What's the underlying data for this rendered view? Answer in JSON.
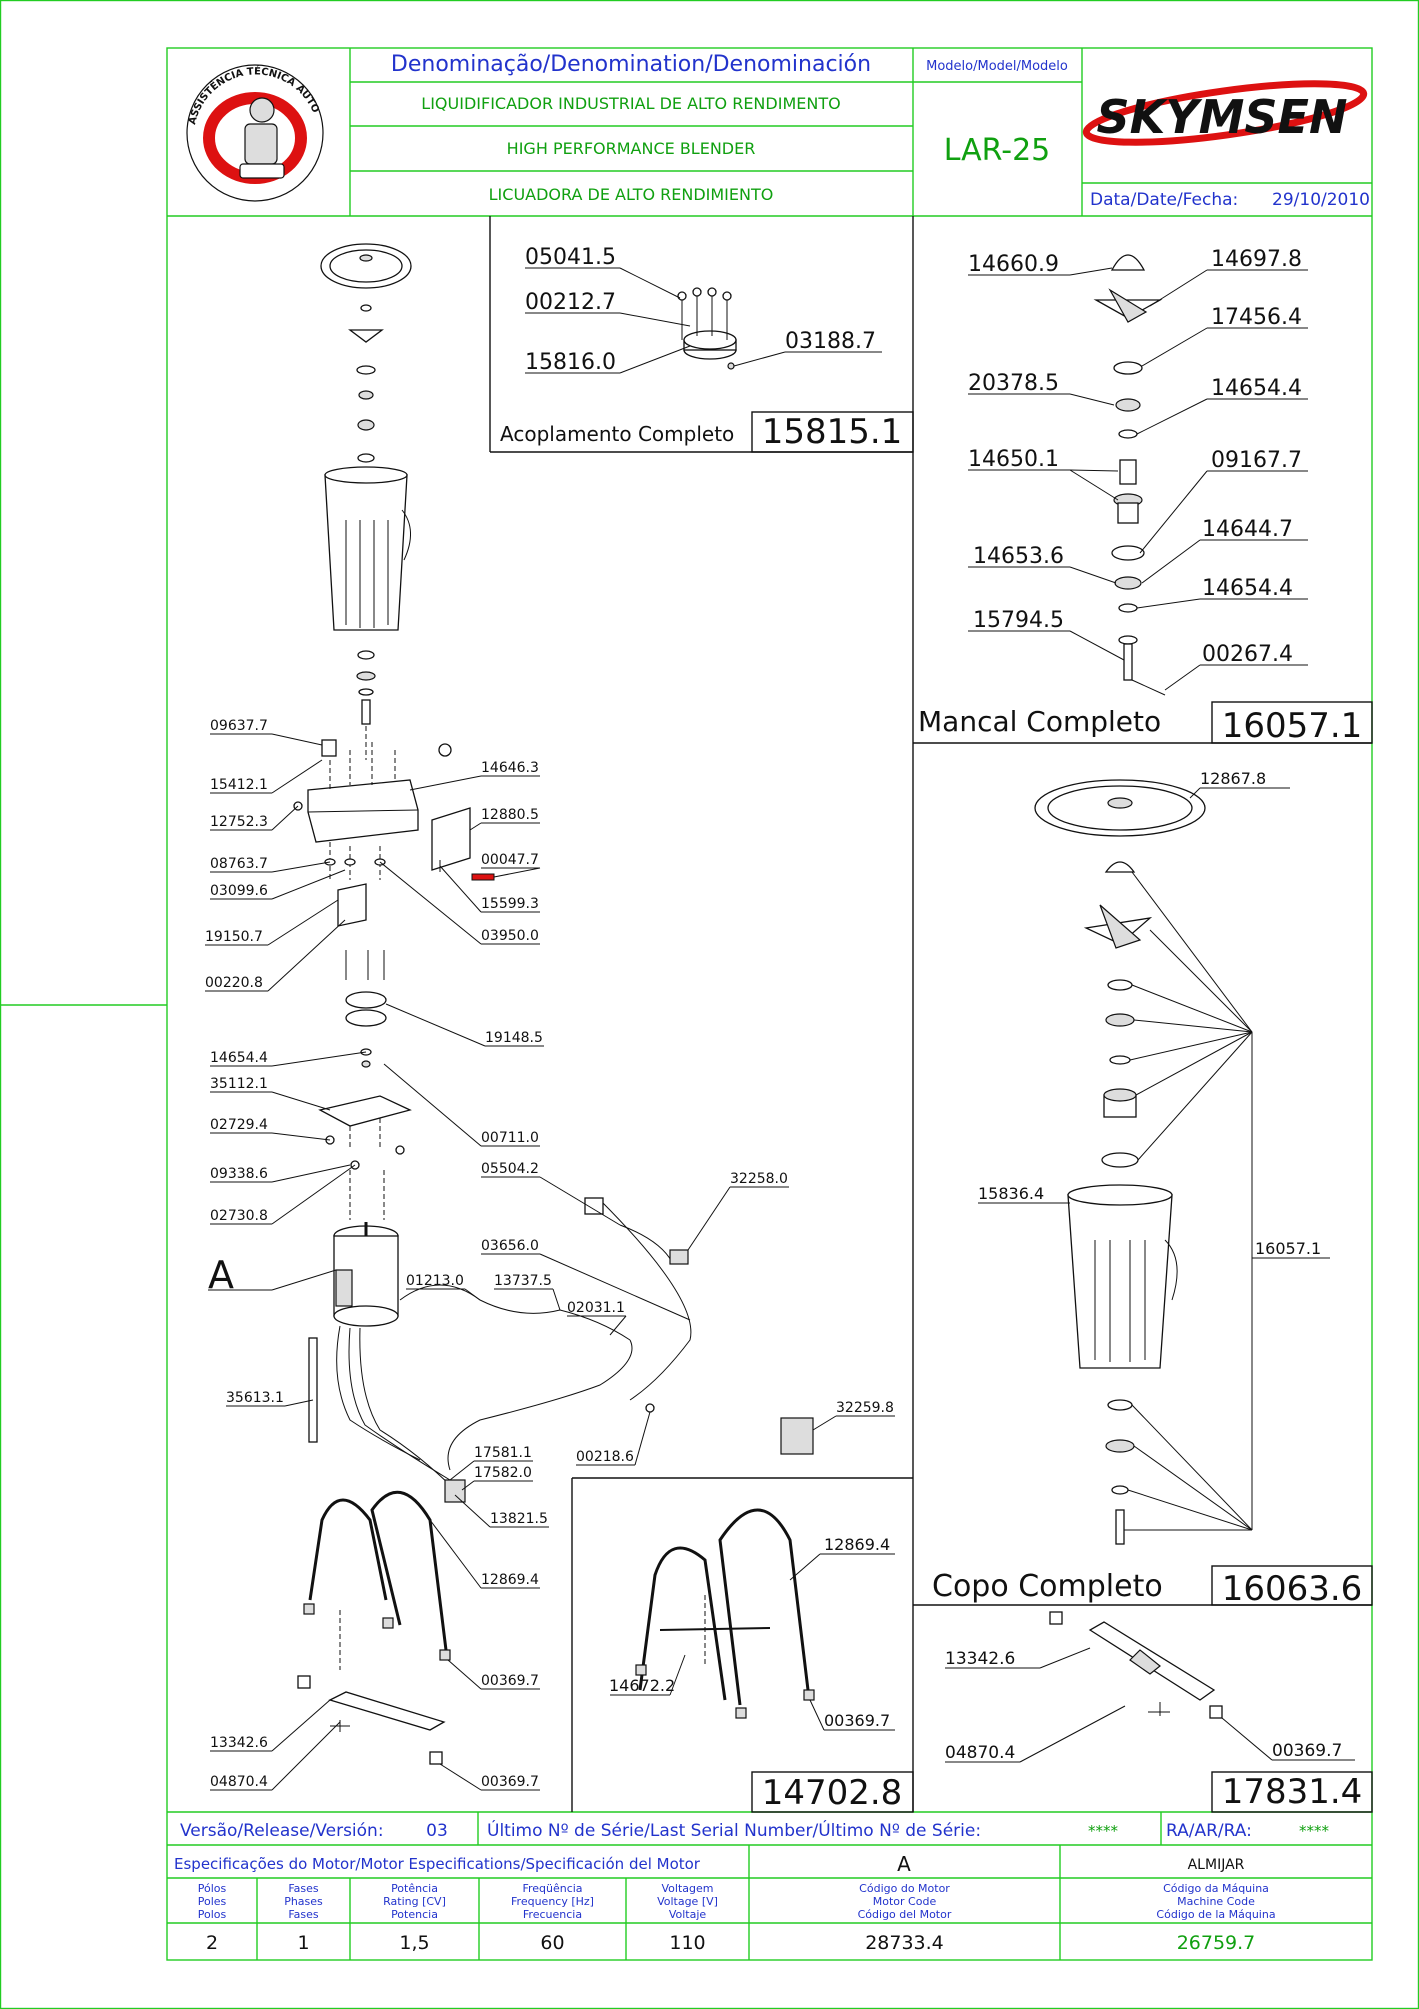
{
  "header": {
    "denomination_title": "Denominação/Denomination/Denominación",
    "name_pt": "LIQUIDIFICADOR INDUSTRIAL DE ALTO RENDIMENTO",
    "name_en": "HIGH PERFORMANCE BLENDER",
    "name_es": "LICUADORA DE ALTO RENDIMIENTO",
    "model_title": "Modelo/Model/Modelo",
    "model_value": "LAR-25",
    "date_label": "Data/Date/Fecha:",
    "date_value": "29/10/2010",
    "brand": "SKYMSEN",
    "stamp_text": "ASSISTÊNCIA TÉCNICA AUTORIZADA"
  },
  "assemblies": {
    "coupling": {
      "title": "Acoplamento Completo",
      "code": "15815.1",
      "parts": [
        "05041.5",
        "00212.7",
        "15816.0",
        "03188.7"
      ]
    },
    "bearing": {
      "title": "Mancal Completo",
      "code": "16057.1",
      "parts": [
        "14660.9",
        "14697.8",
        "17456.4",
        "20378.5",
        "14654.4",
        "14650.1",
        "09167.7",
        "14653.6",
        "14644.7",
        "14654.4",
        "15794.5",
        "00267.4"
      ]
    },
    "cup": {
      "title": "Copo Completo",
      "code": "16063.6",
      "parts": [
        "12867.8",
        "15836.4",
        "16057.1"
      ]
    },
    "stand": {
      "code": "14702.8",
      "parts": [
        "12869.4",
        "14672.2",
        "00369.7"
      ]
    },
    "base_bar": {
      "code": "17831.4",
      "parts": [
        "13342.6",
        "04870.4",
        "00369.7"
      ]
    }
  },
  "main_labels": {
    "l09637": "09637.7",
    "l15412": "15412.1",
    "l14646": "14646.3",
    "l12752": "12752.3",
    "l12880": "12880.5",
    "l08763": "08763.7",
    "l00047": "00047.7",
    "l03099": "03099.6",
    "l15599": "15599.3",
    "l19150": "19150.7",
    "l03950": "03950.0",
    "l00220": "00220.8",
    "l19148": "19148.5",
    "l14654": "14654.4",
    "l35112": "35112.1",
    "l02729": "02729.4",
    "l00711": "00711.0",
    "l09338": "09338.6",
    "l05504": "05504.2",
    "l02730": "02730.8",
    "l32258": "32258.0",
    "l03656": "03656.0",
    "lA": "A",
    "l01213": "01213.0",
    "l13737": "13737.5",
    "l02031": "02031.1",
    "l35613": "35613.1",
    "l32259": "32259.8",
    "l17581": "17581.1",
    "l00218": "00218.6",
    "l17582": "17582.0",
    "l13821": "13821.5",
    "l12869": "12869.4",
    "l00369a": "00369.7",
    "l13342": "13342.6",
    "l04870": "04870.4",
    "l00369b": "00369.7"
  },
  "release": {
    "version_label": "Versão/Release/Versión:",
    "version_value": "03",
    "serial_label": "Último Nº de Série/Last Serial Number/Último Nº de Série:",
    "serial_value": "****",
    "ra_label": "RA/AR/RA:",
    "ra_value": "****"
  },
  "motor_spec": {
    "title": "Especificações do Motor/Motor Especifications/Specificación del Motor",
    "motor_ref": "A",
    "supplier": "ALMIJAR",
    "headers": [
      [
        "Pólos",
        "Poles",
        "Polos"
      ],
      [
        "Fases",
        "Phases",
        "Fases"
      ],
      [
        "Potência",
        "Rating [CV]",
        "Potencia"
      ],
      [
        "Freqüência",
        "Frequency [Hz]",
        "Frecuencia"
      ],
      [
        "Voltagem",
        "Voltage [V]",
        "Voltaje"
      ],
      [
        "Código do Motor",
        "Motor Code",
        "Código del Motor"
      ],
      [
        "Código da Máquina",
        "Machine Code",
        "Código de la Máquina"
      ]
    ],
    "values": [
      "2",
      "1",
      "1,5",
      "60",
      "110",
      "28733.4",
      "26759.7"
    ]
  },
  "colors": {
    "frame": "#22cc22",
    "blue_text": "#2233cc",
    "green_text": "#10a010",
    "brand_red": "#dd1111"
  }
}
